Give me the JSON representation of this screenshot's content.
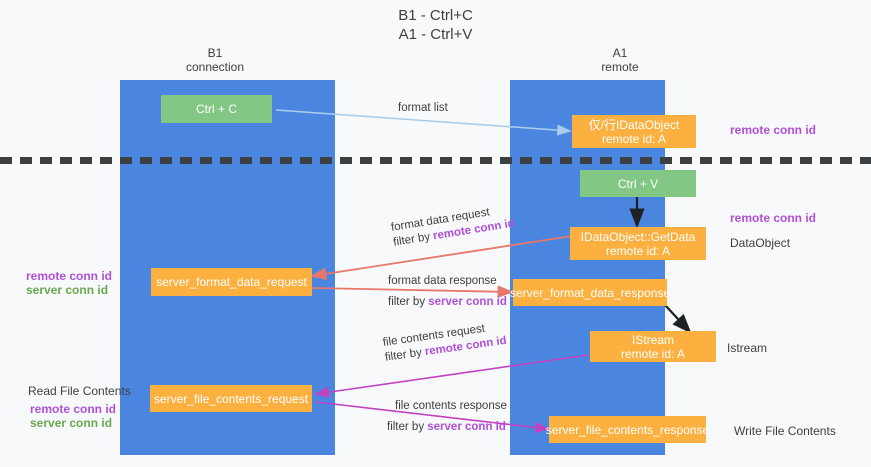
{
  "title": {
    "line1": "B1 - Ctrl+C",
    "line2": "A1 - Ctrl+V"
  },
  "columns": [
    {
      "name": "B1",
      "role": "connection"
    },
    {
      "name": "A1",
      "role": "remote"
    }
  ],
  "boxes": {
    "ctrl_c": {
      "label": "Ctrl + C",
      "color": "#83c785"
    },
    "idataobject_top": {
      "line1": "仅/行IDataObject",
      "line2": "remote id: A",
      "color": "#fbb040"
    },
    "ctrl_v": {
      "label": "Ctrl + V",
      "color": "#83c785"
    },
    "getdata": {
      "line1": "IDataObject::GetData",
      "line2": "remote id: A",
      "color": "#fbb040"
    },
    "server_format_data_request": {
      "label": "server_format_data_request",
      "color": "#fbb040"
    },
    "server_format_data_response": {
      "label": "server_format_data_response",
      "color": "#fbb040"
    },
    "istream": {
      "line1": "IStream",
      "line2": "remote id: A",
      "color": "#fbb040"
    },
    "server_file_contents_request": {
      "label": "server_file_contents_request",
      "color": "#fbb040"
    },
    "server_file_contents_response": {
      "label": "server_file_contents_response",
      "color": "#fbb040"
    }
  },
  "edges": {
    "format_list": {
      "label": "format list",
      "color": "#a9cdee"
    },
    "format_data_request": {
      "line1": "format data request",
      "line2_prefix": "filter by ",
      "line2_key": "remote conn id",
      "color": "#e8766a"
    },
    "format_data_response": {
      "line1": "format data response",
      "line2_prefix": "filter by ",
      "line2_key": "server conn id",
      "color": "#e8766a"
    },
    "file_contents_request": {
      "line1": "file contents request",
      "line2_prefix": "filter by ",
      "line2_key": "remote conn id",
      "color": "#c243c2"
    },
    "file_contents_response": {
      "line1": "file contents response",
      "line2_prefix": "filter by ",
      "line2_key": "server conn id",
      "color": "#c243c2"
    }
  },
  "annotations": {
    "right_remote_conn_id_top": "remote conn id",
    "right_remote_conn_id_mid": "remote conn id",
    "right_dataobject": "DataObject",
    "right_istream": "Istream",
    "right_write_file_contents": "Write File Contents",
    "left_remote_conn_id_mid": "remote conn id",
    "left_server_conn_id_mid": "server conn id",
    "left_read_file_contents": "Read File Contents",
    "left_remote_conn_id_low": "remote conn id",
    "left_server_conn_id_low": "server conn id"
  },
  "colors": {
    "lane": "#4a86e0",
    "green_box": "#83c785",
    "orange_box": "#fbb040",
    "purple_text": "#b14fd8",
    "green_text": "#6aa84f",
    "red_arrow": "#e8766a",
    "magenta_arrow": "#c243c2",
    "lightblue_arrow": "#a9cdee",
    "black_arrow": "#202124",
    "background": "#f8f9fa"
  }
}
